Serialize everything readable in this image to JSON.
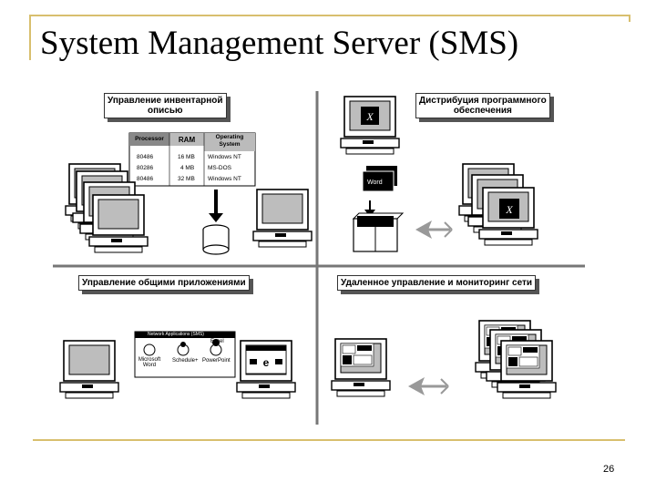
{
  "slide": {
    "title": "System Management Server (SMS)",
    "page_number": "26"
  },
  "diagram": {
    "inventory": {
      "label_line1": "Управление инвентарной",
      "label_line2": "описью",
      "table": {
        "headers": [
          "Processor",
          "RAM",
          "Operating System"
        ],
        "rows": [
          [
            "80486",
            "16 MB",
            "Windows NT"
          ],
          [
            "80286",
            "4 MB",
            "MS-DOS"
          ],
          [
            "80486",
            "32 MB",
            "Windows NT"
          ]
        ]
      }
    },
    "distribution": {
      "label_line1": "Дистрибуция программного",
      "label_line2": "обеспечения",
      "package_label": "Word"
    },
    "shared_apps": {
      "label": "Управление общими приложениями",
      "window_title": "Network Applications (SMS)",
      "apps": [
        "Microsoft Word",
        "Schedule+",
        "Excel",
        "PowerPoint"
      ]
    },
    "remote": {
      "label": "Удаленное управление и мониторинг сети"
    },
    "colors": {
      "accent_rule": "#d8bf6e",
      "ink": "#000000",
      "screen": "#bdbdbd"
    }
  }
}
